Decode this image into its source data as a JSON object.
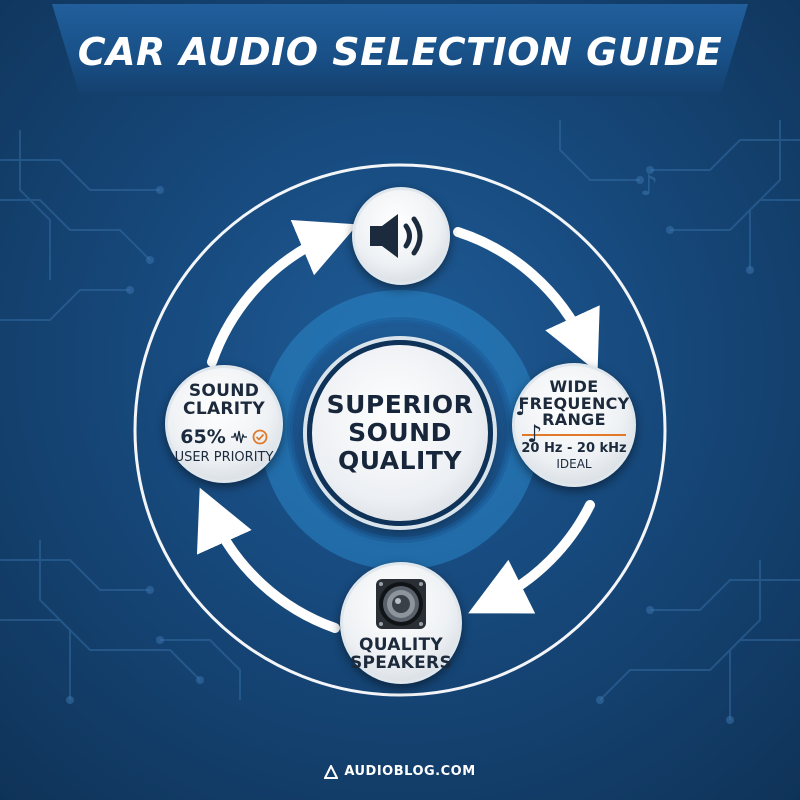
{
  "banner": {
    "title": "CAR AUDIO SELECTION GUIDE"
  },
  "center": {
    "line1": "SUPERIOR",
    "line2": "SOUND",
    "line3": "QUALITY"
  },
  "nodes": {
    "speaker_volume": {
      "icon": "speaker-volume-icon"
    },
    "frequency": {
      "line1": "WIDE",
      "line2": "FREQUENCY",
      "line3": "RANGE",
      "range": "20 Hz - 20 kHz",
      "note": "IDEAL",
      "icon": "music-note-icon"
    },
    "speakers": {
      "line1": "QUALITY",
      "line2": "SPEAKERS",
      "icon": "speaker-cone-icon"
    },
    "clarity": {
      "line1": "SOUND",
      "line2": "CLARITY",
      "value": "65%",
      "sub": "USER PRIORITY",
      "icons": [
        "sound-wave-icon",
        "checkmark-circle-icon"
      ]
    }
  },
  "footer": {
    "brand": "AUDIOBLOG.COM",
    "icon": "triangle-logo-icon"
  },
  "colors": {
    "background": "#174a7e",
    "banner": "#184f86",
    "accent_orange": "#e07a2a",
    "node_fill": "#eef1f4",
    "text_dark": "#1b2a3d",
    "ring": "#ffffff",
    "inner_ring": "#2a86c9"
  }
}
